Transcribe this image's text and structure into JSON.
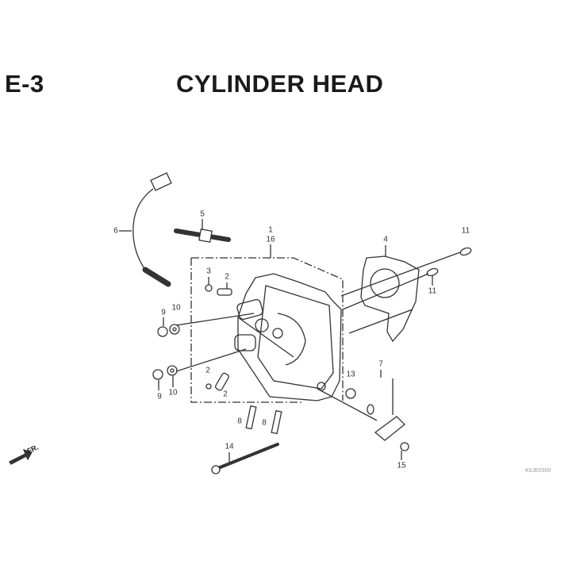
{
  "header": {
    "section": "E-3",
    "title": "CYLINDER HEAD"
  },
  "callouts": {
    "p1": "1",
    "p16": "16",
    "p2a": "2",
    "p2b": "2",
    "p2c": "2",
    "p3": "3",
    "p4": "4",
    "p5": "5",
    "p6": "6",
    "p7": "7",
    "p8a": "8",
    "p8b": "8",
    "p9a": "9",
    "p9b": "9",
    "p10a": "10",
    "p10b": "10",
    "p11a": "11",
    "p11b": "11",
    "p13": "13",
    "p14": "14",
    "p15": "15"
  },
  "direction_marker": "FR.",
  "diagram_code": "K6JE0300"
}
